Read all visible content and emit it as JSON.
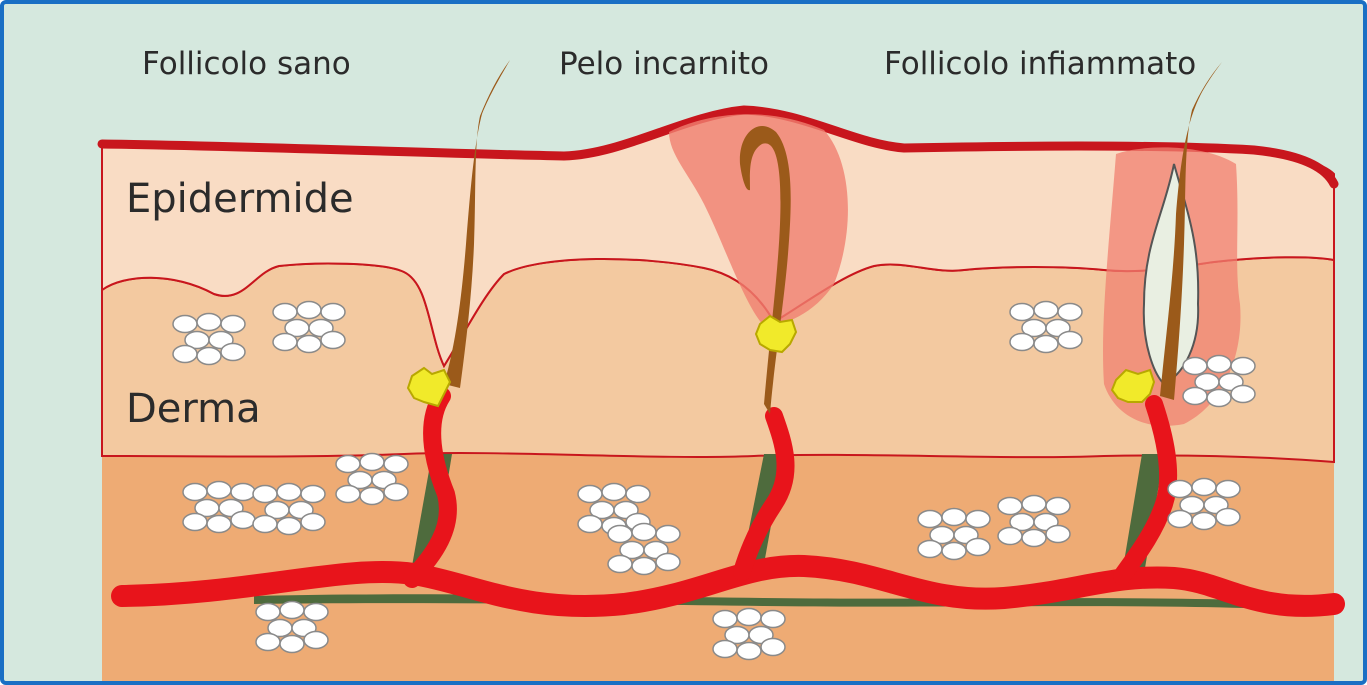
{
  "labels": {
    "healthy_follicle": "Follicolo sano",
    "ingrown_hair": "Pelo incarnito",
    "inflamed_follicle": "Follicolo infiammato",
    "epidermis": "Epidermide",
    "dermis": "Derma"
  },
  "colors": {
    "frame_border": "#1a6fc4",
    "background": "#d5e8de",
    "epidermis": "#f9dcc4",
    "dermis": "#f3c9a0",
    "hypodermis": "#eeab74",
    "skin_line": "#c8161d",
    "blood_vessel": "#e8141b",
    "hair": "#9b5a1a",
    "sebaceous_gland": "#f1ea2a",
    "inflammation": "#f08070",
    "fat_cells": "#ffffff",
    "muscle": "#4e6b3d"
  }
}
